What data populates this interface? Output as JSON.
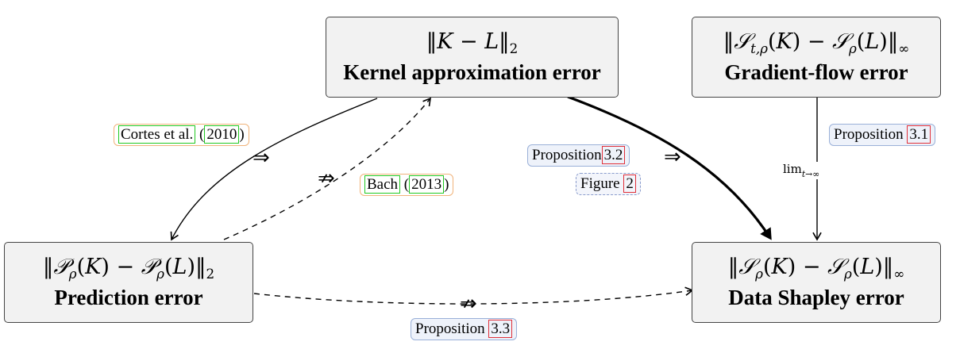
{
  "nodes": {
    "kernel": {
      "formula": "‖K − L‖₂",
      "label": "Kernel approximation error"
    },
    "gradient": {
      "formula": "‖𝒮t,ρ(K) − 𝒮ρ(L)‖∞",
      "label": "Gradient-flow error"
    },
    "prediction": {
      "formula": "‖𝒫ρ(K) − 𝒫ρ(L)‖₂",
      "label": "Prediction error"
    },
    "shapley": {
      "formula": "‖𝒮ρ(K) − 𝒮ρ(L)‖∞",
      "label": "Data Shapley error"
    }
  },
  "edges": {
    "cortes": {
      "author": "Cortes et al.",
      "year": "2010",
      "symbol": "⇒"
    },
    "bach": {
      "author": "Bach",
      "year": "2013",
      "symbol": "⇏"
    },
    "prop32": {
      "text": "Proposition",
      "ref": "3.2",
      "figure_text": "Figure",
      "figure_ref": "2",
      "symbol": "⇒"
    },
    "prop31": {
      "text": "Proposition",
      "ref": "3.1",
      "limit_op": "lim",
      "limit_sub": "t→∞"
    },
    "prop33": {
      "text": "Proposition",
      "ref": "3.3",
      "symbol": "⇏"
    }
  },
  "colors": {
    "box_fill": "#f2f2f2",
    "orange_border": "#f0b37a",
    "blue_border": "#9ab0d8",
    "cite_green": "#22c922",
    "cite_red": "#e0303a"
  }
}
